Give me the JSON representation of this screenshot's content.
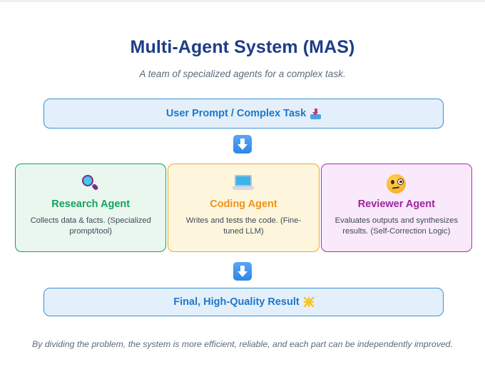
{
  "header": {
    "title": "Multi-Agent System (MAS)",
    "subtitle": "A team of specialized agents for a complex task.",
    "title_color": "#1f3d87",
    "subtitle_color": "#5b6b7c"
  },
  "flow": {
    "input_banner": {
      "label": "User Prompt / Complex Task",
      "icon": "inbox-tray-icon",
      "emoji": "📥",
      "text_color": "#2176c7",
      "background": "#e3f0fb",
      "border_color": "#3b8fd4"
    },
    "arrow_top": {
      "icon": "down-arrow-icon",
      "emoji": "⬇️",
      "color": "#2f86e8"
    },
    "arrow_bottom": {
      "icon": "down-arrow-icon",
      "emoji": "⬇️",
      "color": "#2f86e8"
    },
    "output_banner": {
      "label": "Final, High-Quality Result",
      "icon": "sun-icon",
      "emoji": "☀️",
      "text_color": "#2176c7",
      "background": "#e3f0fb",
      "border_color": "#3b8fd4"
    }
  },
  "agents": [
    {
      "id": "research",
      "title": "Research Agent",
      "description": "Collects data & facts. (Specialized prompt/tool)",
      "icon": "magnifying-glass-icon",
      "emoji": "🔍",
      "title_color": "#17a05e",
      "border_color": "#17a05e",
      "background": "#e9f7ef"
    },
    {
      "id": "coding",
      "title": "Coding Agent",
      "description": "Writes and tests the code. (Fine-tuned LLM)",
      "icon": "laptop-icon",
      "emoji": "💻",
      "title_color": "#f2921b",
      "border_color": "#f0a42a",
      "background": "#fdf6dd"
    },
    {
      "id": "reviewer",
      "title": "Reviewer Agent",
      "description": "Evaluates outputs and synthesizes results. (Self-Correction Logic)",
      "icon": "monocle-face-icon",
      "emoji": "🧐",
      "title_color": "#a0229f",
      "border_color": "#a033b0",
      "background": "#f9e9fb"
    }
  ],
  "footer": {
    "note": "By dividing the problem, the system is more efficient, reliable, and each part can be independently improved."
  }
}
